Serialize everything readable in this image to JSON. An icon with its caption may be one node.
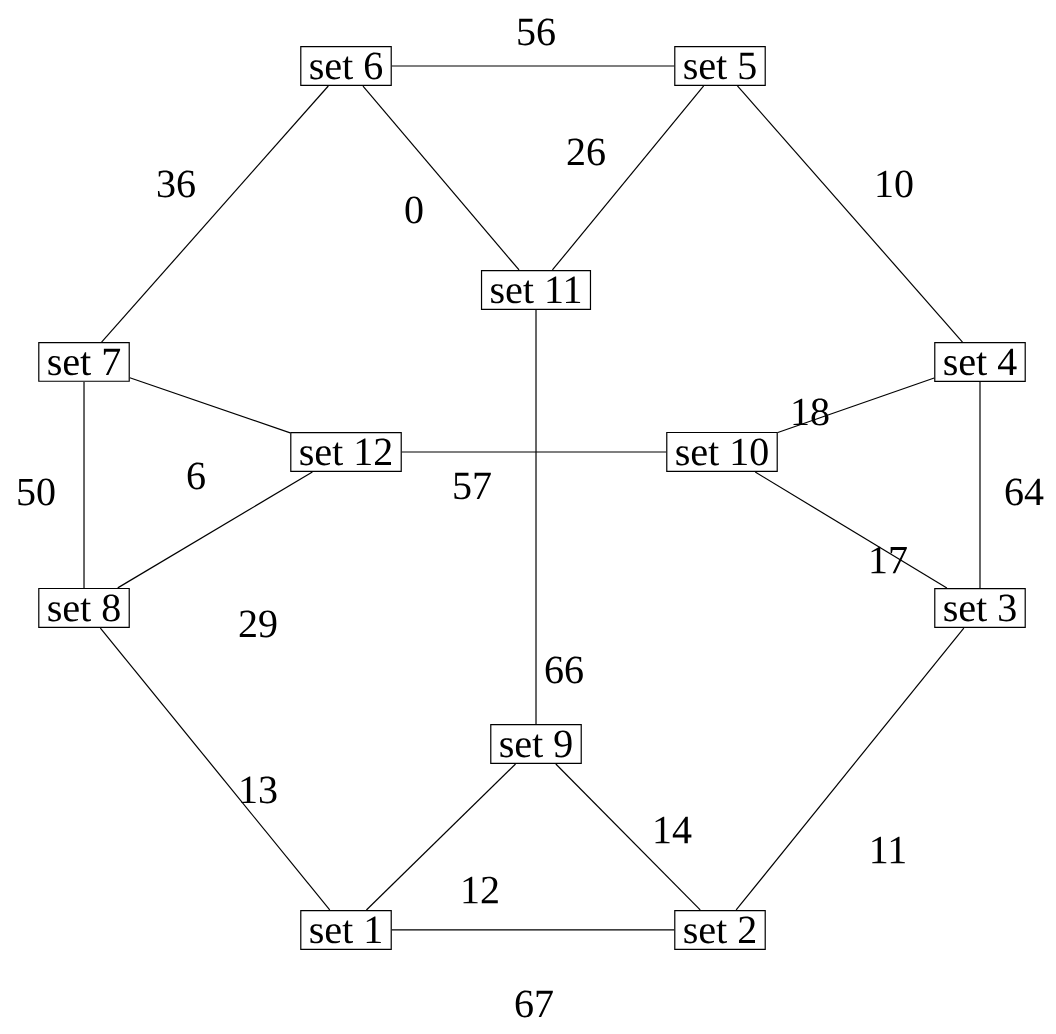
{
  "diagram": {
    "nodes": [
      {
        "text": [
          "set 6"
        ]
      },
      {
        "text": [
          "set 5"
        ]
      },
      {
        "text": [
          "set 11"
        ]
      },
      {
        "text": [
          "set 7"
        ]
      },
      {
        "text": [
          "set 4"
        ]
      },
      {
        "text": [
          "set 12"
        ]
      },
      {
        "text": [
          "set 10"
        ]
      },
      {
        "text": [
          "set 8"
        ]
      },
      {
        "text": [
          "set 3"
        ]
      },
      {
        "text": [
          "set 9"
        ]
      },
      {
        "text": [
          "set 1"
        ]
      },
      {
        "text": [
          "set 2"
        ]
      }
    ],
    "edges": [
      {
        "from": 0,
        "to": 1,
        "arrow": "none",
        "label": "56"
      },
      {
        "from": 0,
        "to": 3,
        "arrow": "none",
        "label": "36"
      },
      {
        "from": 0,
        "to": 2,
        "arrow": "none",
        "label": "0"
      },
      {
        "from": 1,
        "to": 2,
        "arrow": "none",
        "label": "26"
      },
      {
        "from": 1,
        "to": 4,
        "arrow": "none",
        "label": "10"
      },
      {
        "from": 3,
        "to": 5,
        "arrow": "none",
        "label": "6"
      },
      {
        "from": 3,
        "to": 7,
        "arrow": "none",
        "label": "50"
      },
      {
        "from": 5,
        "to": 7,
        "arrow": "none",
        "label": "29"
      },
      {
        "from": 5,
        "to": 6,
        "arrow": "none",
        "label": "57"
      },
      {
        "from": 2,
        "to": 9,
        "arrow": "none",
        "label": "66"
      },
      {
        "from": 6,
        "to": 4,
        "arrow": "none",
        "label": "18"
      },
      {
        "from": 6,
        "to": 8,
        "arrow": "none",
        "label": "17"
      },
      {
        "from": 4,
        "to": 8,
        "arrow": "none",
        "label": "64"
      },
      {
        "from": 7,
        "to": 10,
        "arrow": "none",
        "label": "13"
      },
      {
        "from": 9,
        "to": 10,
        "arrow": "none",
        "label": "12"
      },
      {
        "from": 9,
        "to": 11,
        "arrow": "none",
        "label": "14"
      },
      {
        "from": 8,
        "to": 11,
        "arrow": "none",
        "label": "11"
      },
      {
        "from": 10,
        "to": 11,
        "arrow": "none",
        "label": "67"
      }
    ]
  }
}
